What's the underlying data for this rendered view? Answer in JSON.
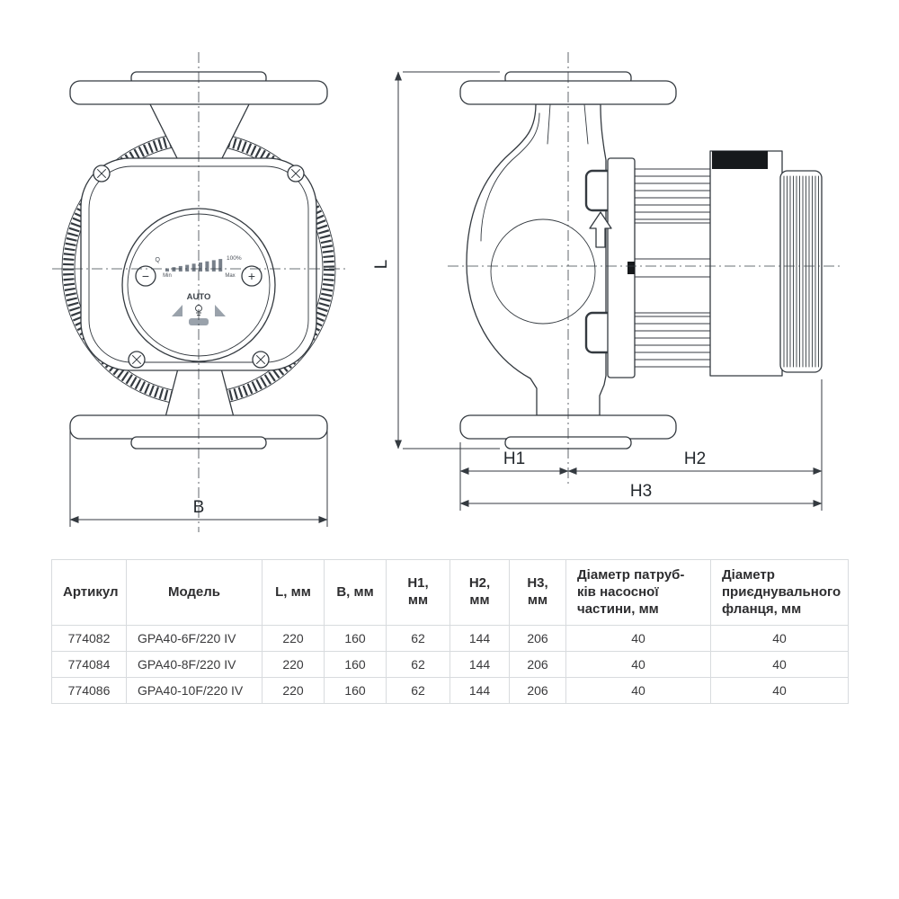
{
  "drawing": {
    "dims": {
      "b": "B",
      "l": "L",
      "h1": "H1",
      "h2": "H2",
      "h3": "H3"
    },
    "panel": {
      "q": "Q",
      "pct": "100%",
      "min": "Min",
      "max": "Max",
      "auto": "AUTO",
      "minus": "−",
      "plus": "+"
    }
  },
  "table": {
    "headers": [
      "Артикул",
      "Модель",
      "L, мм",
      "B, мм",
      "H1, мм",
      "H2, мм",
      "H3, мм",
      "Діаметр патруб-\nків насосної\nчастини, мм",
      "Діаметр\nприєднувального\nфланця, мм"
    ],
    "rows": [
      [
        "774082",
        "GPA40-6F/220 IV",
        "220",
        "160",
        "62",
        "144",
        "206",
        "40",
        "40"
      ],
      [
        "774084",
        "GPA40-8F/220 IV",
        "220",
        "160",
        "62",
        "144",
        "206",
        "40",
        "40"
      ],
      [
        "774086",
        "GPA40-10F/220 IV",
        "220",
        "160",
        "62",
        "144",
        "206",
        "40",
        "40"
      ]
    ]
  }
}
